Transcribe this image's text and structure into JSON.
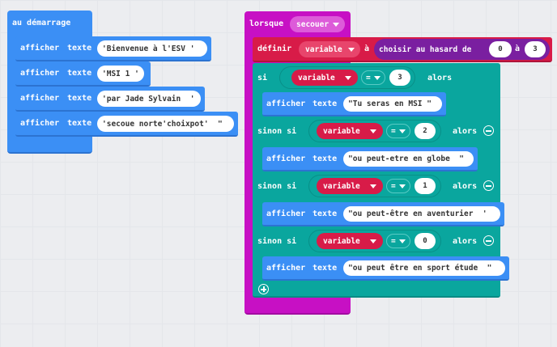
{
  "colors": {
    "blue": "#3b8ff5",
    "blue_dark": "#2c73d1",
    "teal": "#0aa69e",
    "teal_dark": "#088b84",
    "magenta": "#c710c4",
    "purple": "#7a1fa0",
    "variable": "#d81b48",
    "workspace": "#ecedf0"
  },
  "start_block": {
    "hat_label": "au démarrage",
    "rows": [
      {
        "cmd": "afficher",
        "param": "texte",
        "value": "Bienvenue à l'ESV"
      },
      {
        "cmd": "afficher",
        "param": "texte",
        "value": "MSI 1"
      },
      {
        "cmd": "afficher",
        "param": "texte",
        "value": "par Jade Sylvain"
      },
      {
        "cmd": "afficher",
        "param": "texte",
        "value": "secoue norte'choixpot'"
      }
    ]
  },
  "shake_block": {
    "hat_label": "lorsque",
    "gesture": "secouer",
    "set": {
      "label": "définir",
      "variable": "variable",
      "to": "à",
      "random_label": "choisir au hasard de",
      "from": "0",
      "and": "à",
      "max": "3"
    },
    "if": {
      "label": "si",
      "variable": "variable",
      "op": "=",
      "value": "3",
      "then": "alors",
      "show": {
        "cmd": "afficher",
        "param": "texte",
        "value": "Tu seras en MSI"
      }
    },
    "elseifs": [
      {
        "label": "sinon si",
        "variable": "variable",
        "op": "=",
        "value": "2",
        "then": "alors",
        "show": {
          "cmd": "afficher",
          "param": "texte",
          "value": "ou peut-etre en globe"
        }
      },
      {
        "label": "sinon si",
        "variable": "variable",
        "op": "=",
        "value": "1",
        "then": "alors",
        "show": {
          "cmd": "afficher",
          "param": "texte",
          "value": "ou peut-être en aventurier"
        }
      },
      {
        "label": "sinon si",
        "variable": "variable",
        "op": "=",
        "value": "0",
        "then": "alors",
        "show": {
          "cmd": "afficher",
          "param": "texte",
          "value": "ou peut être en sport étude"
        }
      }
    ],
    "icons": {
      "remove": "minus-circle-icon",
      "add": "plus-circle-icon",
      "dropdown": "caret-down-icon"
    }
  }
}
